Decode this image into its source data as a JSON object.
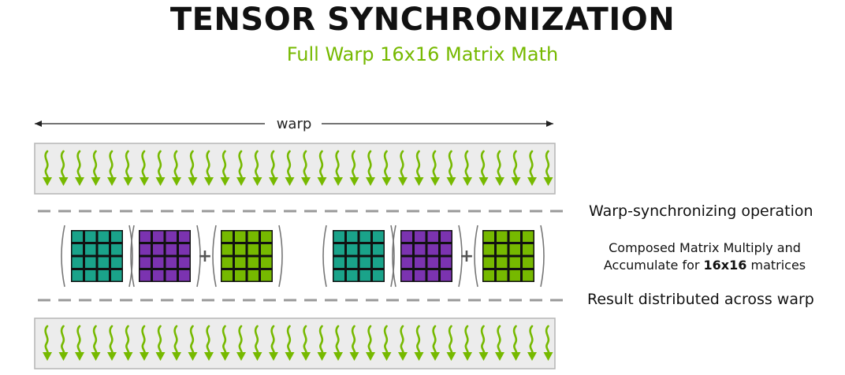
{
  "title": "TENSOR SYNCHRONIZATION",
  "subtitle": "Full Warp 16x16 Matrix Math",
  "warp_label": "warp",
  "thread_count": 32,
  "labels": {
    "sync": "Warp-synchronizing operation",
    "compose_pre": "Composed Matrix Multiply and Accumulate for ",
    "compose_bold": "16x16",
    "compose_post": " matrices",
    "result": "Result distributed across warp"
  },
  "operator_plus": "+",
  "colors": {
    "accent": "#76b900",
    "matrix_a": "#1aa38a",
    "matrix_b": "#7b33b0",
    "matrix_c": "#76b900",
    "bar_fill": "#ececec",
    "bar_stroke": "#b5b5b5",
    "dash": "#999999"
  }
}
